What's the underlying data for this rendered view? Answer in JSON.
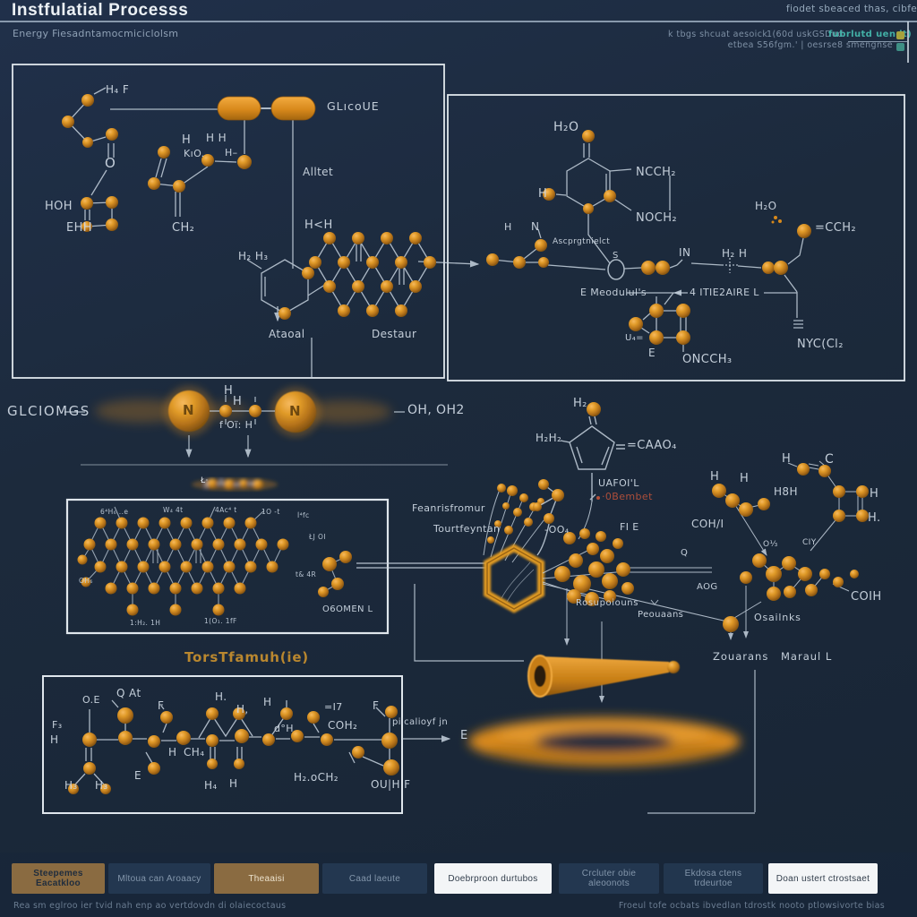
{
  "header": {
    "title": "Instfulatial Processs",
    "subtitle": "Energy Fiesadntamocmiciclolsm",
    "right_line1": "fiodet sbeaced thas, cibfeiurs",
    "right_line2a": "k tbgs shcuat aesoick",
    "right_line2b": "1(60d uskGSDud",
    "right_link": "fubrlutd uendt)",
    "right_line3": "etbea S56fgm.' | oesrse8 smengnse"
  },
  "tl": {
    "hf": "H₄ F",
    "glucose": "GLıcoUE",
    "o": "O",
    "h": "H",
    "kio": "KıO.",
    "hh": "H H",
    "hdash": "H–",
    "attet": "Alltet",
    "hoh": "HOH",
    "ehh": "EHH",
    "ch2": "CH₂",
    "hlth": "H<H",
    "h2h3": "H₂ H₃",
    "ataoal": "Ataoal",
    "destaur": "Destaur"
  },
  "tr": {
    "h2o": "H₂O",
    "ncch2": "NCCH₂",
    "noch2": "NOCH₂",
    "ascpr": "Ascprgtnielct",
    "s": "S",
    "in": "IN",
    "h2h": "H₂ H",
    "hleft": "H",
    "n": "N",
    "hsm": "H",
    "emeod": "E Meodulul's",
    "tiez": "4 ITIE2AIRE L",
    "u4": "U₄=",
    "e": "E",
    "oncch3": "ONCCH₃",
    "nyccl2": "NYC(Cl₂",
    "cch2": "=CCH₂",
    "h2o2": "H₂O"
  },
  "mid": {
    "glciomgs": "GLCIOMGS",
    "n1": "N",
    "n2": "N",
    "h1": "H",
    "h2": "H",
    "fok": "f Oï: H",
    "ohoh2": "OH, OH2",
    "strip": "Ł·"
  },
  "mlbox": {
    "tiny": [
      "6⁴H₆ ..e",
      "W₄ 4t",
      "4Ac⁴ t",
      "1O -t",
      "Ì⁴fc",
      "OH₆",
      "1:H₂. 1H",
      "1(O₁. 1fF",
      "ŁJ OI",
      "t& 4R"
    ],
    "ooonen": "O6OMEN L",
    "caption": "TorsTfamuh(ie)"
  },
  "center": {
    "feanr": "Feanrisfromur",
    "tourt": "Tourtfeyntan",
    "h2": "H₂",
    "h2h2": "H₂H₂",
    "caoh": "=CAAO₄",
    "uafoil": "UAFOI'L",
    "obembet": "·0Bembet",
    "oo4": "-OO₄",
    "fie": "FI E",
    "cohi": "COH/I",
    "aog": "AOG",
    "rosup": "Rosupoiouns",
    "peou": "Peouaans",
    "osail": "Osailnks",
    "zouar": "Zouarans",
    "maraul": "Maraul L",
    "coih": "COIH",
    "o13": "O⅓",
    "ciy": "CIY",
    "q": "Q"
  },
  "right": {
    "h1": "H",
    "h2": "H",
    "h8h": "H8H",
    "h3": "H",
    "c": "C",
    "h4": "H",
    "h5": "H."
  },
  "bl": {
    "f3": "F₃",
    "hl": "H",
    "oe": "O.E",
    "qat": "Q  At",
    "f1": "F",
    "hm": "H",
    "e": "E",
    "ch4": "CH₄",
    "hdot": "H.",
    "hcomma": "H,",
    "hr": "H",
    "doh": "d°H",
    "eqh": "=I7",
    "coh2": "COH₂",
    "h2och2": "H₂.oCH₂",
    "ouhf": "OU|H F",
    "f2": "F",
    "h3a": "H₃",
    "h3b": "H₃",
    "h4b": "H₄",
    "hb2": "H",
    "pluc": "pilcalioyf jn",
    "eout": "E"
  },
  "toolbar": {
    "buttons": [
      "Steepemes Eacatkloo",
      "Mltoua can Aroaacy",
      "Theaaisi",
      "Caad laeute",
      "Doebrproon durtubos",
      "Crcluter obie aleoonots",
      "Ekdosa ctens trdeurtoe",
      "Doan ustert ctrostsaet"
    ]
  },
  "footer": {
    "left": "Rea sm eglroo ier tvid nah enp ao vertdovdn di olaiecoctaus",
    "right": "Froeul tofe ocbats ibvedlan tdrostk nooto ptlowsivorte bias"
  },
  "colors": {
    "background": "#1c2a3c",
    "accent_orange": "#d8891b",
    "line": "#c6d2de",
    "teal_link": "#45b8ac",
    "red_label": "#b5503a",
    "box_border": "#dfe6ec"
  }
}
